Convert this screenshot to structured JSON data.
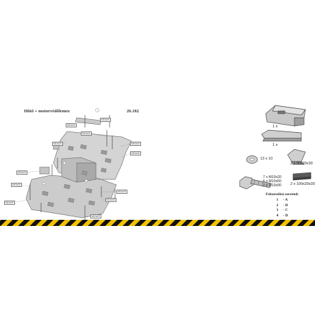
{
  "header": {
    "title": "Hűtő + motorvédőlemez",
    "code": "26.182"
  },
  "callout_labels": [
    "M10x20",
    "M10x20",
    "M10x20",
    "M10x20",
    "M10x20",
    "M10x30",
    "M10x20",
    "M10x20",
    "M10x30",
    "M10x20",
    "M10x30",
    "M10x20"
  ],
  "parts": {
    "bracket_top_qty": "1 x",
    "bracket_small_qty": "1 x",
    "washer_label": "13 x 10",
    "angle_label": "2 x 90x20x30",
    "bolts": [
      "7 x M10x20",
      "6 x M10x50",
      "2 x M10x90"
    ],
    "flat_label": "2 x 100x20x30"
  },
  "sequence": {
    "title": "Felszerelési sorrend:",
    "rows": [
      {
        "num": "1",
        "letter": "- A"
      },
      {
        "num": "2",
        "letter": "- B"
      },
      {
        "num": "3",
        "letter": "- C"
      },
      {
        "num": "4",
        "letter": "- D"
      }
    ]
  },
  "colors": {
    "stripe_yellow": "#f2c200",
    "stripe_black": "#111111",
    "plate_fill": "#d0d0d0",
    "plate_stroke": "#777777"
  },
  "icons": [
    "bracket-icon",
    "washer-icon",
    "angle-bracket-icon",
    "bolt-icon",
    "flat-bar-icon"
  ]
}
